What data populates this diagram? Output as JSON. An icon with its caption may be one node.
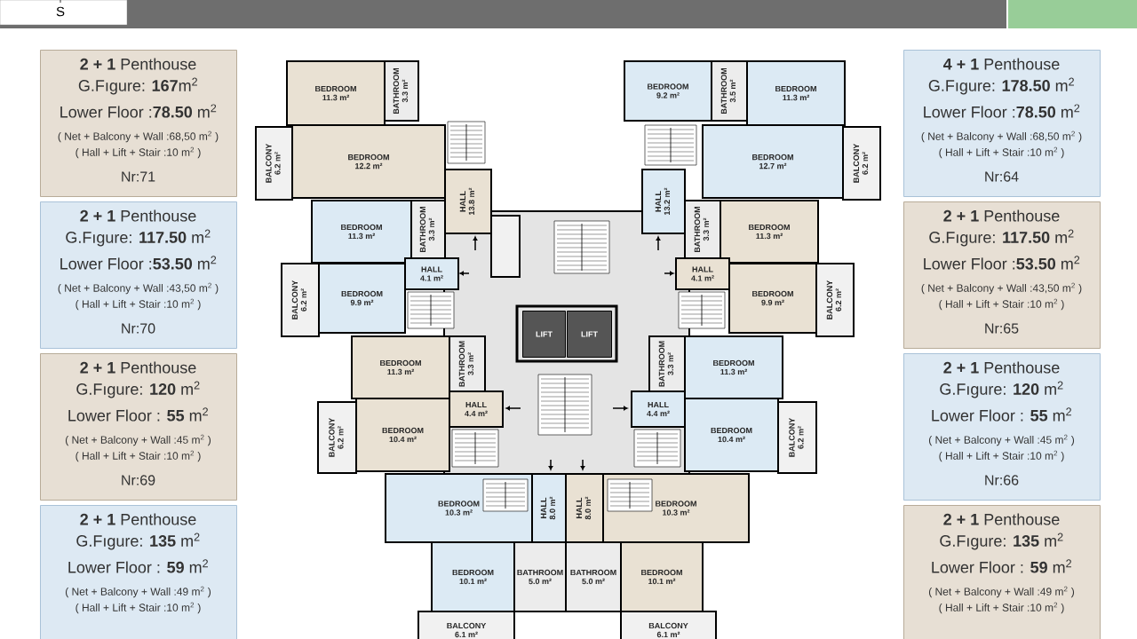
{
  "diagram": {
    "nodes": [
      {
        "text": [
          "**2 + 1** Penthouse",
          "G.Fıgure: **167**m$^{2}$",
          "Lower Floor :**78.50** m$^{2}$",
          "( Net + Balcony + Wall :68,50 m$^{2}$ )",
          "( Hall + Lift + Stair :10 m$^{2}$ )",
          "Nr:71"
        ]
      },
      {
        "text": [
          "**2 + 1** Penthouse",
          "G.Fıgure: **117.50** m$^{2}$",
          "Lower Floor :**53.50** m$^{2}$",
          "( Net + Balcony + Wall :43,50 m$^{2}$ )",
          "( Hall + Lift + Stair :10 m$^{2}$ )",
          "Nr:70"
        ]
      },
      {
        "text": [
          "**2 + 1** Penthouse",
          "G.Fıgure: **120** m$^{2}$",
          "Lower Floor : **55** m$^{2}$",
          "( Net + Balcony + Wall :45 m$^{2}$ )",
          "( Hall + Lift + Stair :10 m$^{2}$ )",
          "Nr:69"
        ]
      },
      {
        "text": [
          "**2 + 1** Penthouse",
          "G.Fıgure: **135** m$^{2}$",
          "Lower Floor : **59** m$^{2}$",
          "( Net + Balcony + Wall :49 m$^{2}$ )",
          "( Hall + Lift + Stair :10 m$^{2}$ )"
        ]
      },
      {
        "text": [
          "**4 + 1** Penthouse",
          "G.Fıgure: **178.50** m$^{2}$",
          "Lower Floor :**78.50** m$^{2}$",
          "( Net + Balcony + Wall :68,50 m$^{2}$ )",
          "( Hall + Lift + Stair :10 m$^{2}$ )",
          "Nr:64"
        ]
      },
      {
        "text": [
          "**2 + 1** Penthouse",
          "G.Fıgure: **117.50** m$^{2}$",
          "Lower Floor :**53.50** m$^{2}$",
          "( Net + Balcony + Wall :43,50 m$^{2}$ )",
          "( Hall + Lift + Stair :10 m$^{2}$ )",
          "Nr:65"
        ]
      },
      {
        "text": [
          "**2 + 1** Penthouse",
          "G.Fıgure: **120** m$^{2}$",
          "Lower Floor : **55** m$^{2}$",
          "( Net + Balcony + Wall :45 m$^{2}$ )",
          "( Hall + Lift + Stair :10 m$^{2}$ )",
          "Nr:66"
        ]
      },
      {
        "text": [
          "**2 + 1** Penthouse",
          "G.Fıgure: **135** m$^{2}$",
          "Lower Floor : **59** m$^{2}$",
          "( Net + Balcony + Wall :49 m$^{2}$ )",
          "( Hall + Lift + Stair :10 m$^{2}$ )"
        ]
      },
      {
        "text": [
          "BATHROOM",
          "3.3 m²"
        ]
      },
      {
        "text": [
          "BEDROOM",
          "11.3 m²"
        ]
      },
      {
        "text": [
          "BALCONY",
          "6.2 m²"
        ]
      },
      {
        "text": [
          "BEDROOM",
          "12.2 m²"
        ]
      },
      {
        "text": [
          "HALL",
          "13.8 m²"
        ]
      },
      {
        "text": [
          "BATHROOM",
          "3.3 m²"
        ]
      },
      {
        "text": [
          "BEDROOM",
          "11.3 m²"
        ]
      },
      {
        "text": [
          "BALCONY",
          "6.2 m²"
        ]
      },
      {
        "text": [
          "BEDROOM",
          "9.9 m²"
        ]
      },
      {
        "text": [
          "HALL",
          "4.1 m²"
        ]
      },
      {
        "text": [
          "BATHROOM",
          "3.3 m²"
        ]
      },
      {
        "text": [
          "BEDROOM",
          "11.3 m²"
        ]
      },
      {
        "text": [
          "BEDROOM",
          "10.4 m²"
        ]
      },
      {
        "text": [
          "HALL",
          "4.4 m²"
        ]
      },
      {
        "text": [
          "BALCONY",
          "6.2 m²"
        ]
      },
      {
        "text": [
          "BEDROOM",
          "10.3 m²"
        ]
      },
      {
        "text": [
          "HALL",
          "8.0 m²"
        ]
      },
      {
        "text": [
          "BEDROOM",
          "10.1 m²"
        ]
      },
      {
        "text": [
          "BATHROOM",
          "5.0 m²"
        ]
      },
      {
        "text": [
          "BALCONY",
          "6.1 m²"
        ]
      },
      {
        "text": [
          "BATHROOM",
          "3.5 m²"
        ]
      },
      {
        "text": [
          "BEDROOM",
          "9.2 m²"
        ]
      },
      {
        "text": [
          "BEDROOM",
          "11.3 m²"
        ]
      },
      {
        "text": [
          "HALL",
          "13.2 m²"
        ]
      },
      {
        "text": [
          "BEDROOM",
          "12.7 m²"
        ]
      },
      {
        "text": [
          "BALCONY",
          "6.2 m²"
        ]
      },
      {
        "text": [
          "BATHROOM",
          "3.3 m²"
        ]
      },
      {
        "text": [
          "BEDROOM",
          "11.3 m²"
        ]
      },
      {
        "text": [
          "HALL",
          "4.1 m²"
        ]
      },
      {
        "text": [
          "BEDROOM",
          "9.9 m²"
        ]
      },
      {
        "text": [
          "BALCONY",
          "6.2 m²"
        ]
      },
      {
        "text": [
          "BATHROOM",
          "3.3 m²"
        ]
      },
      {
        "text": [
          "BEDROOM",
          "11.3 m²"
        ]
      },
      {
        "text": [
          "HALL",
          "4.4 m²"
        ]
      },
      {
        "text": [
          "BEDROOM",
          "10.4 m²"
        ]
      },
      {
        "text": [
          "BALCONY",
          "6.2 m²"
        ]
      },
      {
        "text": [
          "HALL",
          "8.0 m²"
        ]
      },
      {
        "text": [
          "BEDROOM",
          "10.3 m²"
        ]
      },
      {
        "text": [
          "BATHROOM",
          "5.0 m²"
        ]
      },
      {
        "text": [
          "BEDROOM",
          "10.1 m²"
        ]
      },
      {
        "text": [
          "BALCONY",
          "6.1 m²"
        ]
      },
      {
        "text": [
          "LIFT"
        ]
      },
      {
        "text": [
          "LIFT"
        ]
      }
    ],
    "labels": [
      "S"
    ]
  }
}
